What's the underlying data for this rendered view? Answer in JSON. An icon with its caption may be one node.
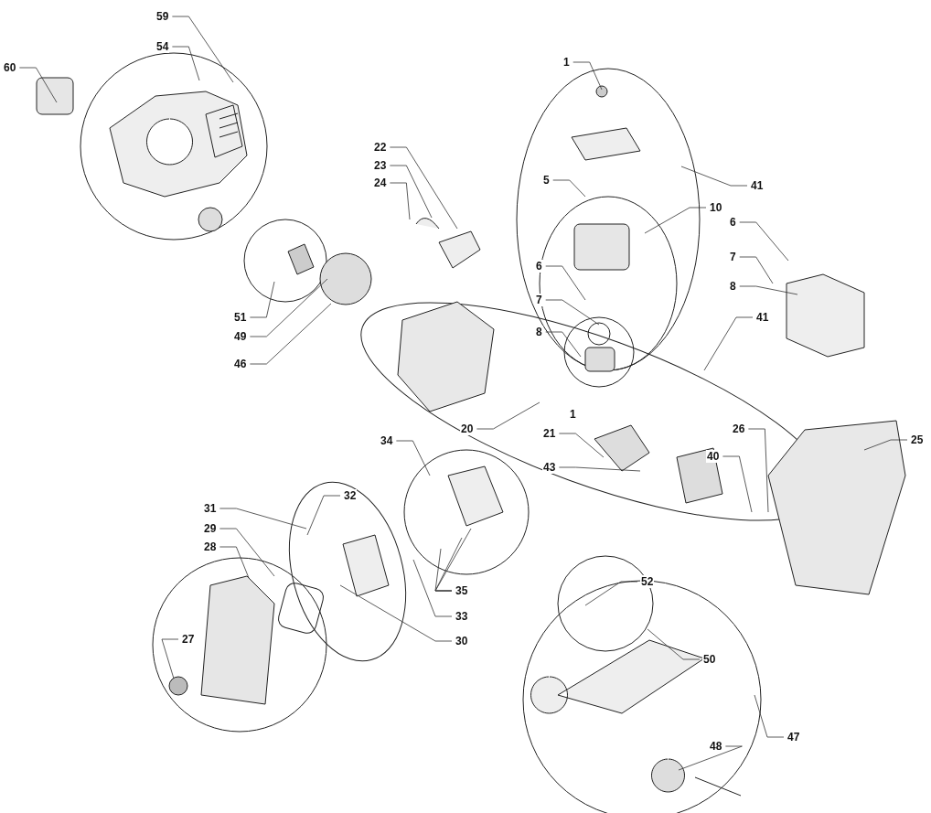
{
  "diagram": {
    "nodes": [
      {
        "text": [
          "59"
        ]
      },
      {
        "text": [
          "54"
        ]
      },
      {
        "text": [
          "60"
        ]
      },
      {
        "text": [
          "22"
        ]
      },
      {
        "text": [
          "23"
        ]
      },
      {
        "text": [
          "24"
        ]
      },
      {
        "text": [
          "1"
        ]
      },
      {
        "text": [
          "5"
        ]
      },
      {
        "text": [
          "10"
        ]
      },
      {
        "text": [
          "41"
        ]
      },
      {
        "text": [
          "6"
        ]
      },
      {
        "text": [
          "7"
        ]
      },
      {
        "text": [
          "8"
        ]
      },
      {
        "text": [
          "6"
        ]
      },
      {
        "text": [
          "7"
        ]
      },
      {
        "text": [
          "8"
        ]
      },
      {
        "text": [
          "41"
        ]
      },
      {
        "text": [
          "51"
        ]
      },
      {
        "text": [
          "49"
        ]
      },
      {
        "text": [
          "46"
        ]
      },
      {
        "text": [
          "20"
        ]
      },
      {
        "text": [
          "21"
        ]
      },
      {
        "text": [
          "43"
        ]
      },
      {
        "text": [
          "40"
        ]
      },
      {
        "text": [
          "26"
        ]
      },
      {
        "text": [
          "25"
        ]
      },
      {
        "text": [
          "34"
        ]
      },
      {
        "text": [
          "32"
        ]
      },
      {
        "text": [
          "31"
        ]
      },
      {
        "text": [
          "29"
        ]
      },
      {
        "text": [
          "28"
        ]
      },
      {
        "text": [
          "35"
        ]
      },
      {
        "text": [
          "33"
        ]
      },
      {
        "text": [
          "30"
        ]
      },
      {
        "text": [
          "27"
        ]
      },
      {
        "text": [
          "52"
        ]
      },
      {
        "text": [
          "50"
        ]
      },
      {
        "text": [
          "47"
        ]
      },
      {
        "text": [
          "48"
        ]
      }
    ],
    "edges": [
      {
        "from": 0,
        "to": null,
        "arrow": "none"
      },
      {
        "from": 1,
        "to": null,
        "arrow": "none"
      },
      {
        "from": 2,
        "to": null,
        "arrow": "none"
      },
      {
        "from": 3,
        "to": null,
        "arrow": "none"
      },
      {
        "from": 4,
        "to": null,
        "arrow": "none"
      },
      {
        "from": 5,
        "to": null,
        "arrow": "none"
      },
      {
        "from": 6,
        "to": null,
        "arrow": "none"
      },
      {
        "from": 7,
        "to": null,
        "arrow": "none"
      },
      {
        "from": 8,
        "to": null,
        "arrow": "none"
      },
      {
        "from": 9,
        "to": null,
        "arrow": "none"
      },
      {
        "from": 10,
        "to": null,
        "arrow": "none"
      },
      {
        "from": 11,
        "to": null,
        "arrow": "none"
      },
      {
        "from": 12,
        "to": null,
        "arrow": "none"
      },
      {
        "from": 13,
        "to": null,
        "arrow": "none"
      },
      {
        "from": 14,
        "to": null,
        "arrow": "none"
      },
      {
        "from": 15,
        "to": null,
        "arrow": "none"
      },
      {
        "from": 16,
        "to": null,
        "arrow": "none"
      },
      {
        "from": 17,
        "to": null,
        "arrow": "none"
      },
      {
        "from": 18,
        "to": null,
        "arrow": "none"
      },
      {
        "from": 19,
        "to": null,
        "arrow": "none"
      },
      {
        "from": 20,
        "to": null,
        "arrow": "none"
      },
      {
        "from": 21,
        "to": null,
        "arrow": "none"
      },
      {
        "from": 22,
        "to": null,
        "arrow": "none"
      },
      {
        "from": 23,
        "to": null,
        "arrow": "none"
      },
      {
        "from": 24,
        "to": null,
        "arrow": "none"
      },
      {
        "from": 25,
        "to": null,
        "arrow": "none"
      },
      {
        "from": 26,
        "to": null,
        "arrow": "none"
      },
      {
        "from": 27,
        "to": null,
        "arrow": "none"
      },
      {
        "from": 28,
        "to": null,
        "arrow": "none"
      },
      {
        "from": 29,
        "to": null,
        "arrow": "none"
      },
      {
        "from": 30,
        "to": null,
        "arrow": "none"
      },
      {
        "from": 31,
        "to": null,
        "arrow": "none"
      },
      {
        "from": 31,
        "to": null,
        "arrow": "none"
      },
      {
        "from": 31,
        "to": null,
        "arrow": "none"
      },
      {
        "from": 32,
        "to": null,
        "arrow": "none"
      },
      {
        "from": 33,
        "to": null,
        "arrow": "none"
      },
      {
        "from": 34,
        "to": null,
        "arrow": "none"
      },
      {
        "from": 35,
        "to": null,
        "arrow": "none"
      },
      {
        "from": 36,
        "to": null,
        "arrow": "none"
      },
      {
        "from": 37,
        "to": null,
        "arrow": "none"
      },
      {
        "from": 38,
        "to": null,
        "arrow": "none"
      }
    ],
    "labels": [
      "1"
    ]
  }
}
